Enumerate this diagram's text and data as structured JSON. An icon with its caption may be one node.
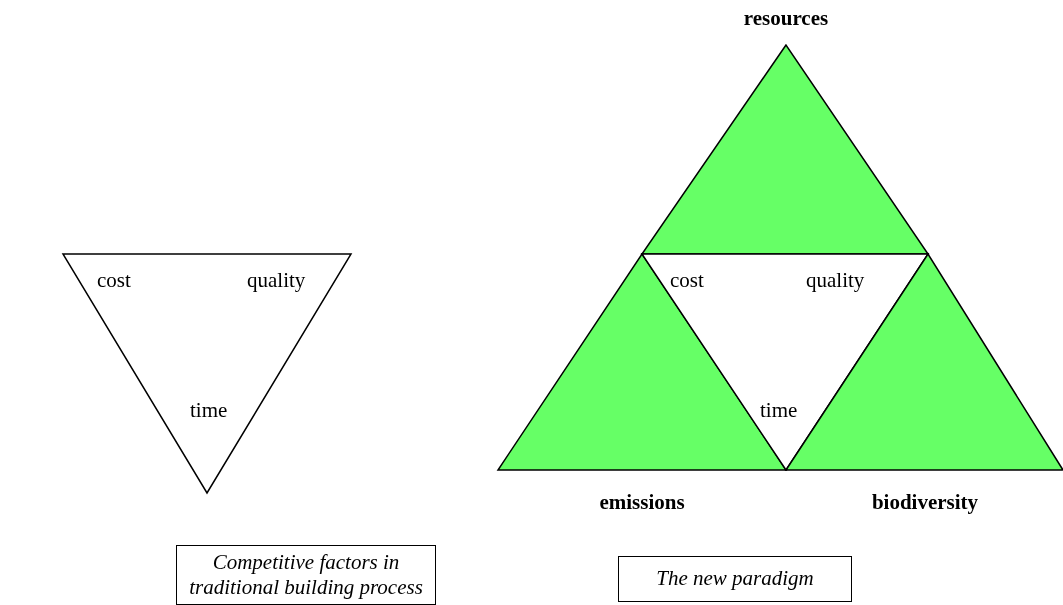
{
  "diagram": {
    "nodes": [
      {
        "text": [
          "cost",
          "quality",
          "time"
        ]
      },
      {
        "text": [
          "Competitive factors in traditional building process"
        ]
      },
      {
        "text": [
          "resources"
        ]
      },
      {
        "text": [
          "emissions"
        ]
      },
      {
        "text": [
          "cost",
          "quality",
          "time"
        ]
      },
      {
        "text": [
          "biodiversity"
        ]
      },
      {
        "text": [
          "The new paradigm"
        ]
      }
    ]
  }
}
